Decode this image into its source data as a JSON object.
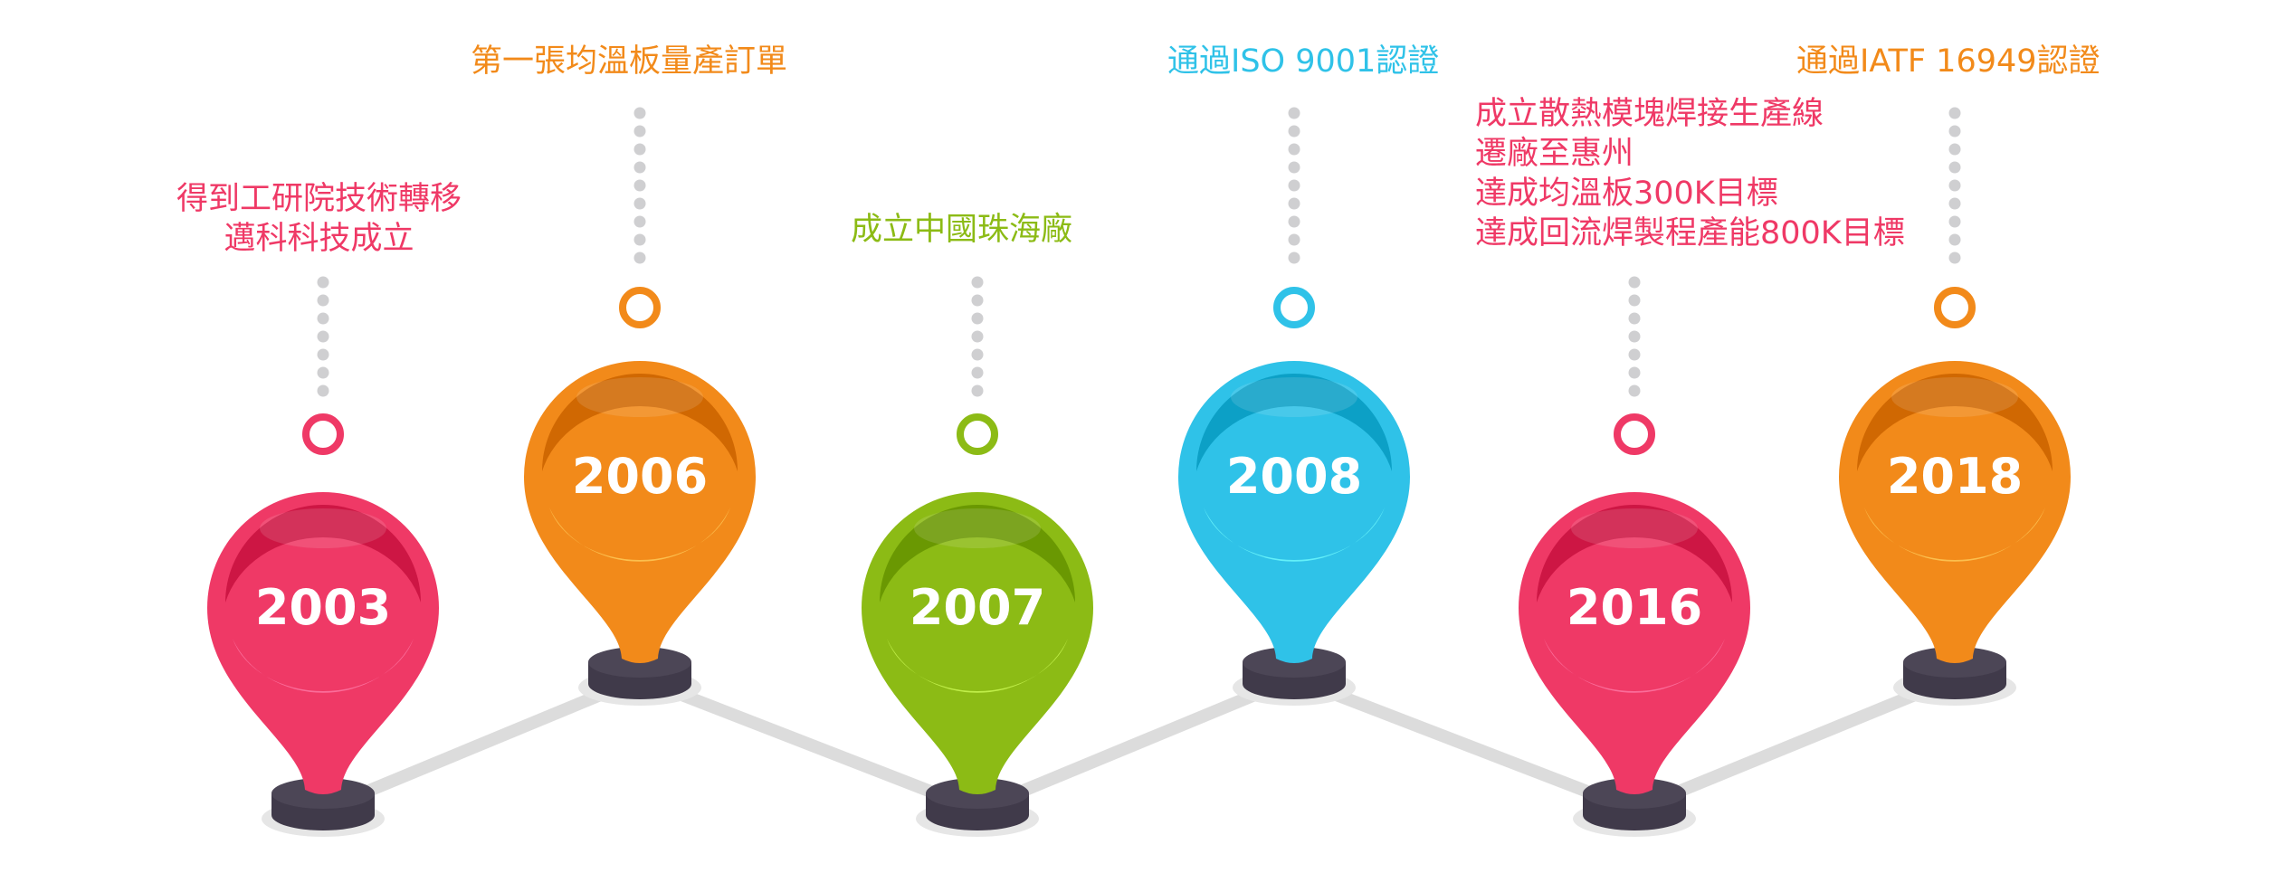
{
  "colors": {
    "pink": "#ef3966",
    "orange": "#f28a1a",
    "green": "#8cbb15",
    "blue": "#2fc2e8",
    "base": "#4c4656",
    "track": "#dcdcdc",
    "dots": "#cfcfd1"
  },
  "milestones": [
    {
      "year": "2003",
      "color": "pink",
      "lines": [
        "得到工研院技術轉移",
        "邁科科技成立"
      ]
    },
    {
      "year": "2006",
      "color": "orange",
      "lines": [
        "第一張均溫板量產訂單"
      ]
    },
    {
      "year": "2007",
      "color": "green",
      "lines": [
        "成立中國珠海廠"
      ]
    },
    {
      "year": "2008",
      "color": "blue",
      "lines": [
        "通過ISO 9001認證"
      ]
    },
    {
      "year": "2016",
      "color": "pink",
      "lines": [
        "成立散熱模塊焊接生產線",
        "遷廠至惠州",
        "達成均溫板300K目標",
        "達成回流焊製程產能800K目標"
      ]
    },
    {
      "year": "2018",
      "color": "orange",
      "lines": [
        "通過IATF 16949認證"
      ]
    }
  ]
}
